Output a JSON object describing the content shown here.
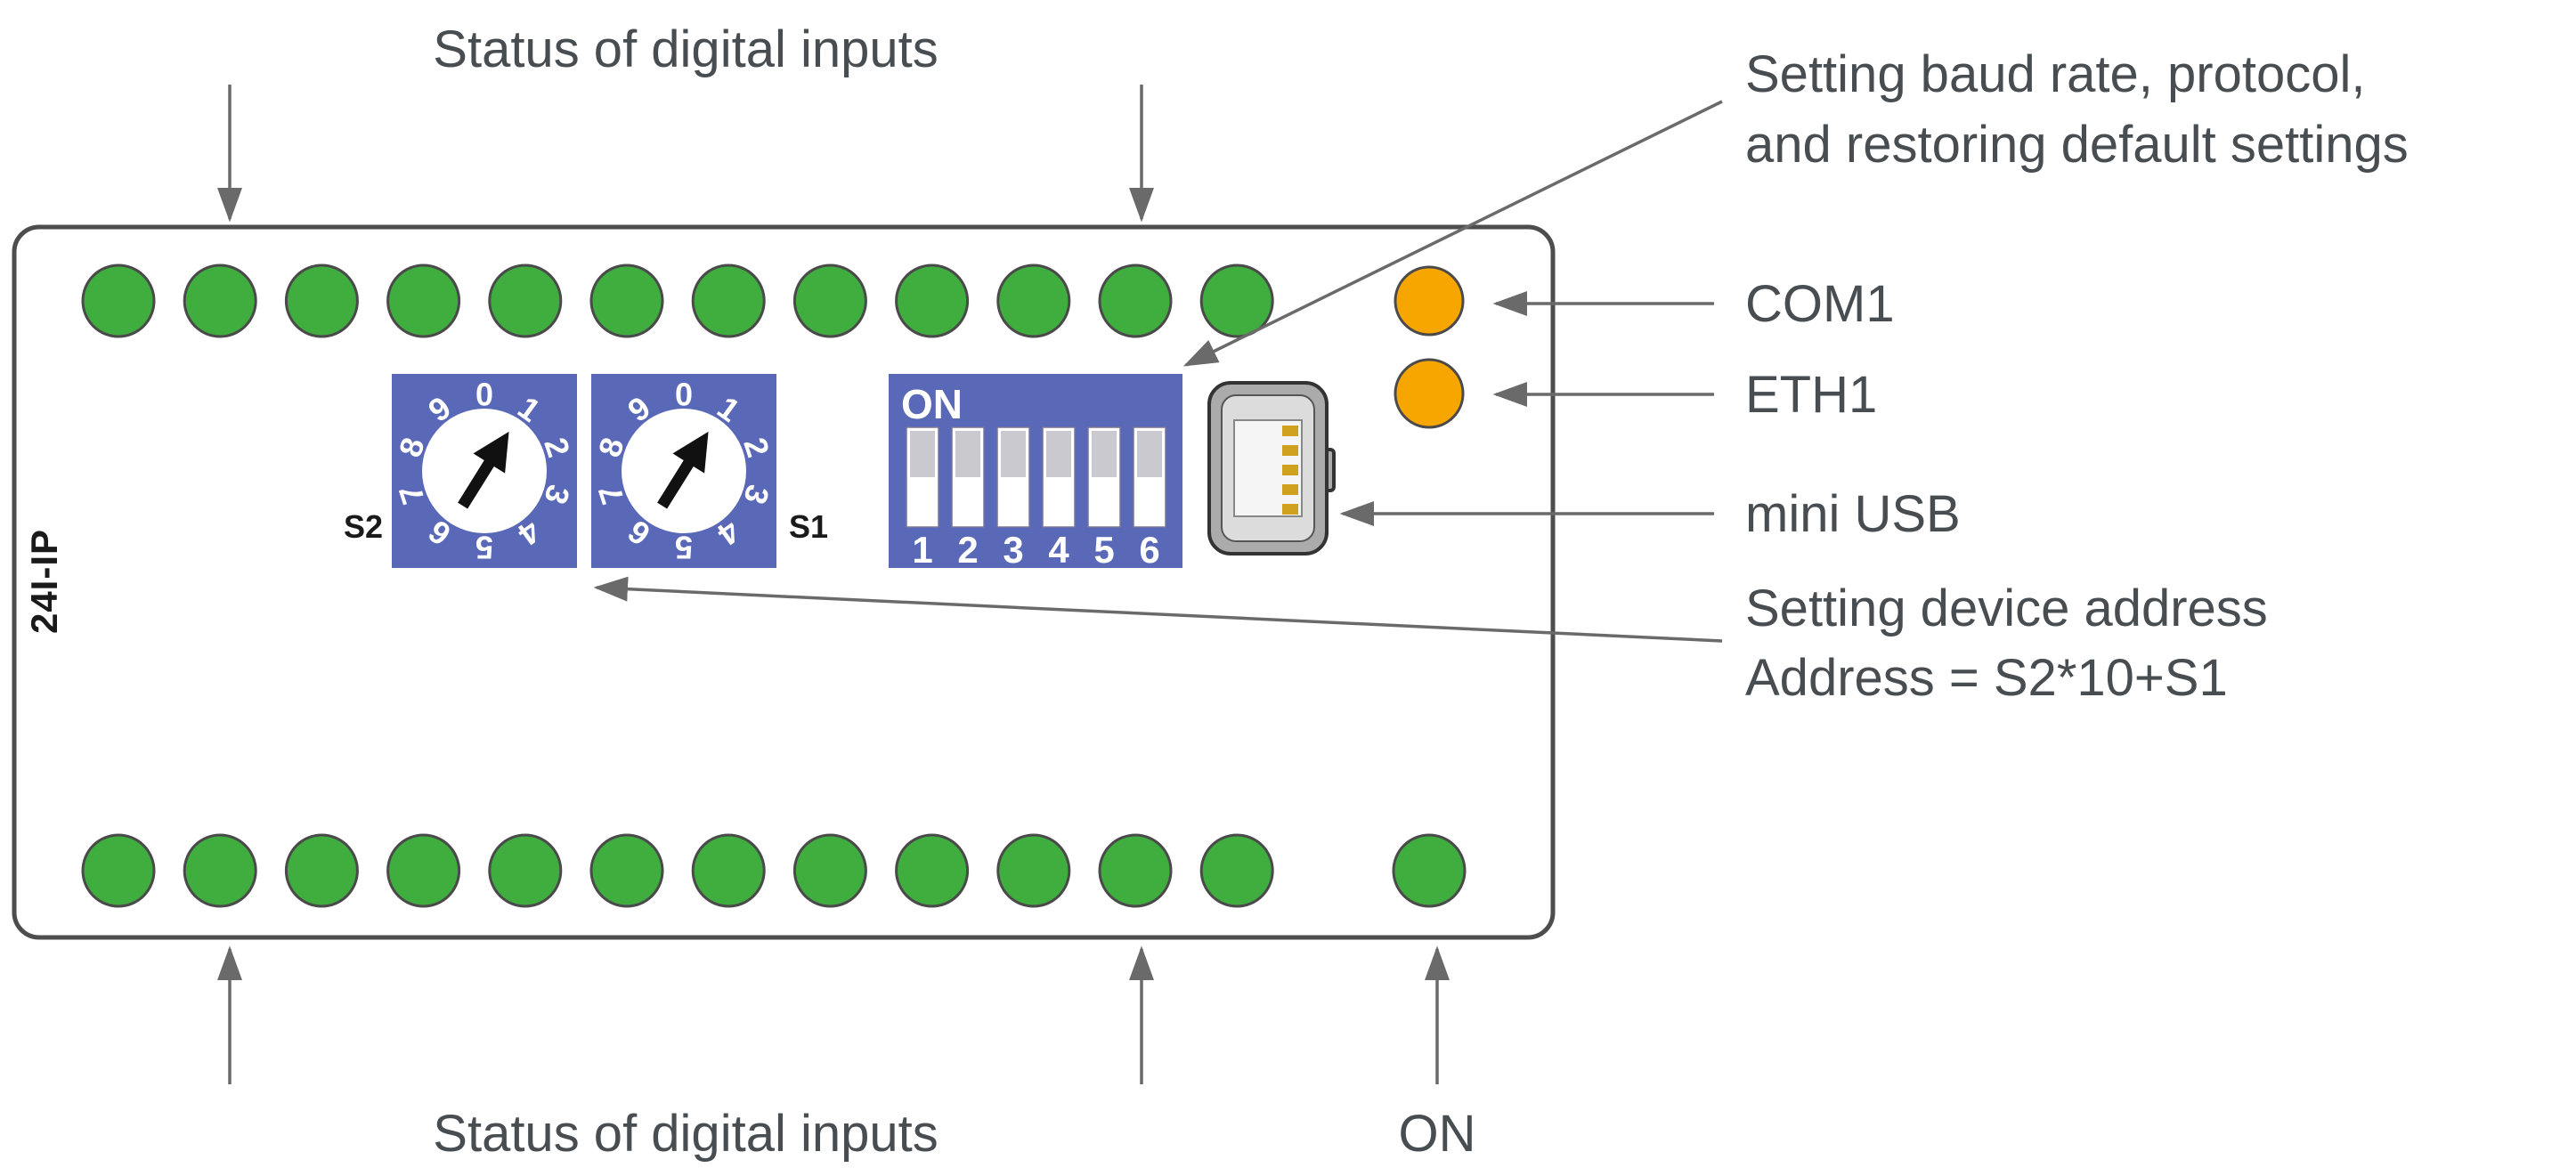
{
  "colors": {
    "led_green": "#3fae3f",
    "led_orange": "#f7a600",
    "switch_blue": "#5a68b8",
    "board_outline": "#4d4d4d",
    "annotation_text": "#474d50",
    "arrow": "#6a6a6a"
  },
  "board": {
    "model_label": "24I-IP"
  },
  "leds": {
    "top_row_count": 12,
    "bottom_row_count": 12
  },
  "annotations": {
    "top_status": "Status of digital inputs",
    "bottom_status": "Status of digital inputs",
    "baud_line1": "Setting baud rate, protocol,",
    "baud_line2": "and restoring default settings",
    "com1": "COM1",
    "eth1": "ETH1",
    "mini_usb": "mini USB",
    "address_line1": "Setting device address",
    "address_line2": "Address = S2*10+S1",
    "on": "ON"
  },
  "rotary_switches": [
    {
      "label": "S2",
      "digits": [
        "0",
        "1",
        "2",
        "3",
        "4",
        "5",
        "6",
        "7",
        "8",
        "9"
      ]
    },
    {
      "label": "S1",
      "digits": [
        "0",
        "1",
        "2",
        "3",
        "4",
        "5",
        "6",
        "7",
        "8",
        "9"
      ]
    }
  ],
  "dip_switch": {
    "on_label": "ON",
    "channels": [
      "1",
      "2",
      "3",
      "4",
      "5",
      "6"
    ]
  }
}
